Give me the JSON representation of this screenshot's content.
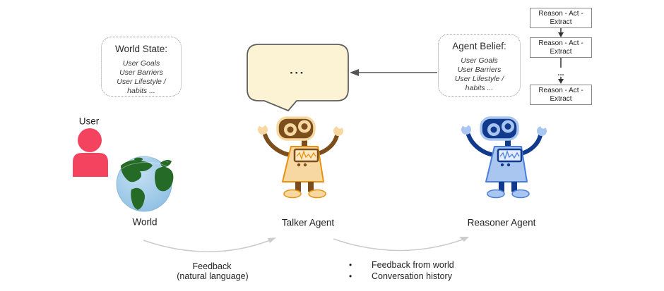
{
  "diagram": {
    "world_state_box": {
      "title": "World State:",
      "items": [
        "User Goals",
        "User Barriers",
        "User Lifestyle /",
        "habits ..."
      ]
    },
    "agent_belief_box": {
      "title": "Agent Belief:",
      "items": [
        "User Goals",
        "User Barriers",
        "User Lifestyle /",
        "habits ..."
      ]
    },
    "speech_bubble": {
      "text": "..."
    },
    "reason_chain": {
      "boxes": [
        "Reason - Act - Extract",
        "Reason - Act - Extract",
        "Reason - Act - Extract"
      ],
      "ellipsis": "..."
    },
    "labels": {
      "user": "User",
      "world": "World",
      "talker": "Talker Agent",
      "reasoner": "Reasoner Agent"
    },
    "footer": {
      "bullet": "•",
      "world_to_talker": {
        "line1": "Feedback",
        "line2": "(natural language)"
      },
      "talker_to_reasoner": {
        "items": [
          "Feedback from world",
          "Conversation history"
        ]
      }
    }
  },
  "colors": {
    "talker-light": "#F8D8A2",
    "talker-mid": "#E8920E",
    "talker-dark": "#7C4E1C",
    "talker-screen": "#FBE8C4",
    "reasoner-light": "#A9C6F0",
    "reasoner-mid": "#4A7EDC",
    "reasoner-dark": "#11398C",
    "reasoner-screen": "#E3EDFB",
    "user-pink": "#F4435F",
    "bubble-fill": "#FCF3D5",
    "bubble-border": "#5F5F5F",
    "globe-ocean": "#8FC0E4",
    "globe-ocean-light": "#C2DFF2",
    "globe-land": "#256B27",
    "arrow-gray": "#CCCCCC",
    "line-dark": "#555555",
    "box-border": "#888888"
  }
}
